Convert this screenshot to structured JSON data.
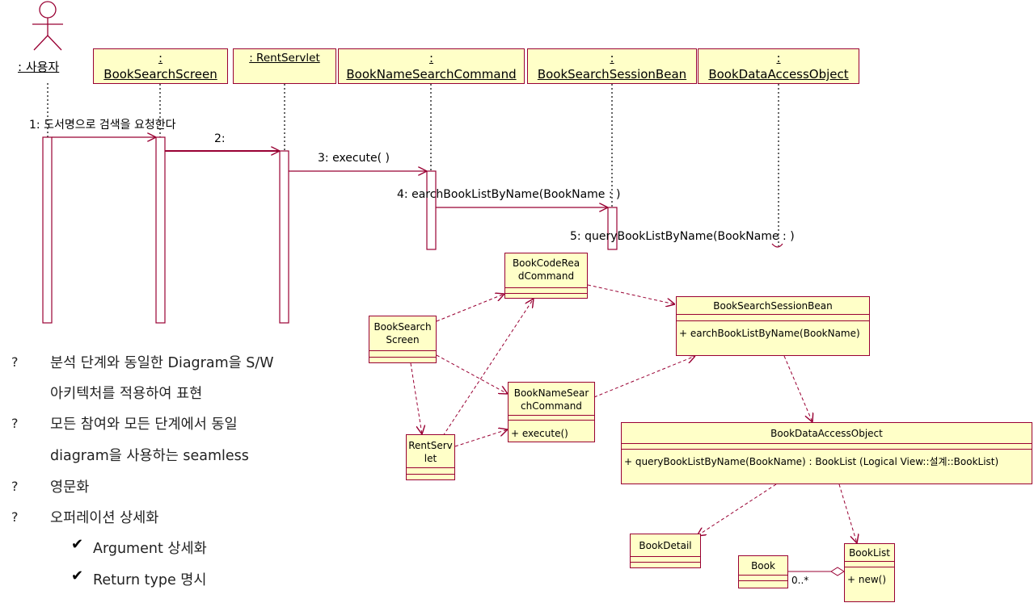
{
  "sequence": {
    "actor": {
      "label": ": 사용자"
    },
    "objects": [
      {
        "colon": ":",
        "label": "BookSearchScreen"
      },
      {
        "label": ": RentServlet"
      },
      {
        "colon": ":",
        "label": "BookNameSearchCommand"
      },
      {
        "colon": ":",
        "label": "BookSearchSessionBean"
      },
      {
        "colon": ":",
        "label": "BookDataAccessObject"
      }
    ],
    "messages": [
      "1: 도서명으로 검색을 요청한다",
      "2:",
      "3: execute( )",
      "4: earchBookListByName(BookName : )",
      "5: queryBookListByName(BookName : )"
    ]
  },
  "class_diagram": {
    "book_code_read_command": {
      "line1": "BookCodeRea",
      "line2": "dCommand"
    },
    "book_search_screen": {
      "line1": "BookSearch",
      "line2": "Screen"
    },
    "book_search_session_bean": {
      "name": "BookSearchSessionBean",
      "op": "+ earchBookListByName(BookName)"
    },
    "book_name_search_command": {
      "line1": "BookNameSear",
      "line2": "chCommand",
      "op": "+ execute()"
    },
    "rent_servlet": {
      "line1": "RentServ",
      "line2": "let"
    },
    "book_data_access_object": {
      "name": "BookDataAccessObject",
      "op": "+ queryBookListByName(BookName) : BookList   (Logical View::설계::BookList)"
    },
    "book_detail": {
      "name": "BookDetail"
    },
    "book": {
      "name": "Book"
    },
    "book_list": {
      "name": "BookList",
      "op": "+ new()"
    },
    "multiplicity": "0..*"
  },
  "notes": {
    "bullet": "?",
    "check": "✔",
    "items": [
      {
        "line1": "분석 단계와 동일한 Diagram을 S/W",
        "line2": "아키텍처를 적용하여 표현"
      },
      {
        "line1": "모든 참여와 모든 단계에서 동일",
        "line2": "diagram을 사용하는 seamless"
      },
      {
        "line1": "영문화"
      },
      {
        "line1": "오퍼레이션 상세화"
      }
    ],
    "subitems": [
      "Argument 상세화",
      "Return type 명시"
    ]
  },
  "colors": {
    "line": "#990033",
    "box_fill": "#ffffc8"
  }
}
